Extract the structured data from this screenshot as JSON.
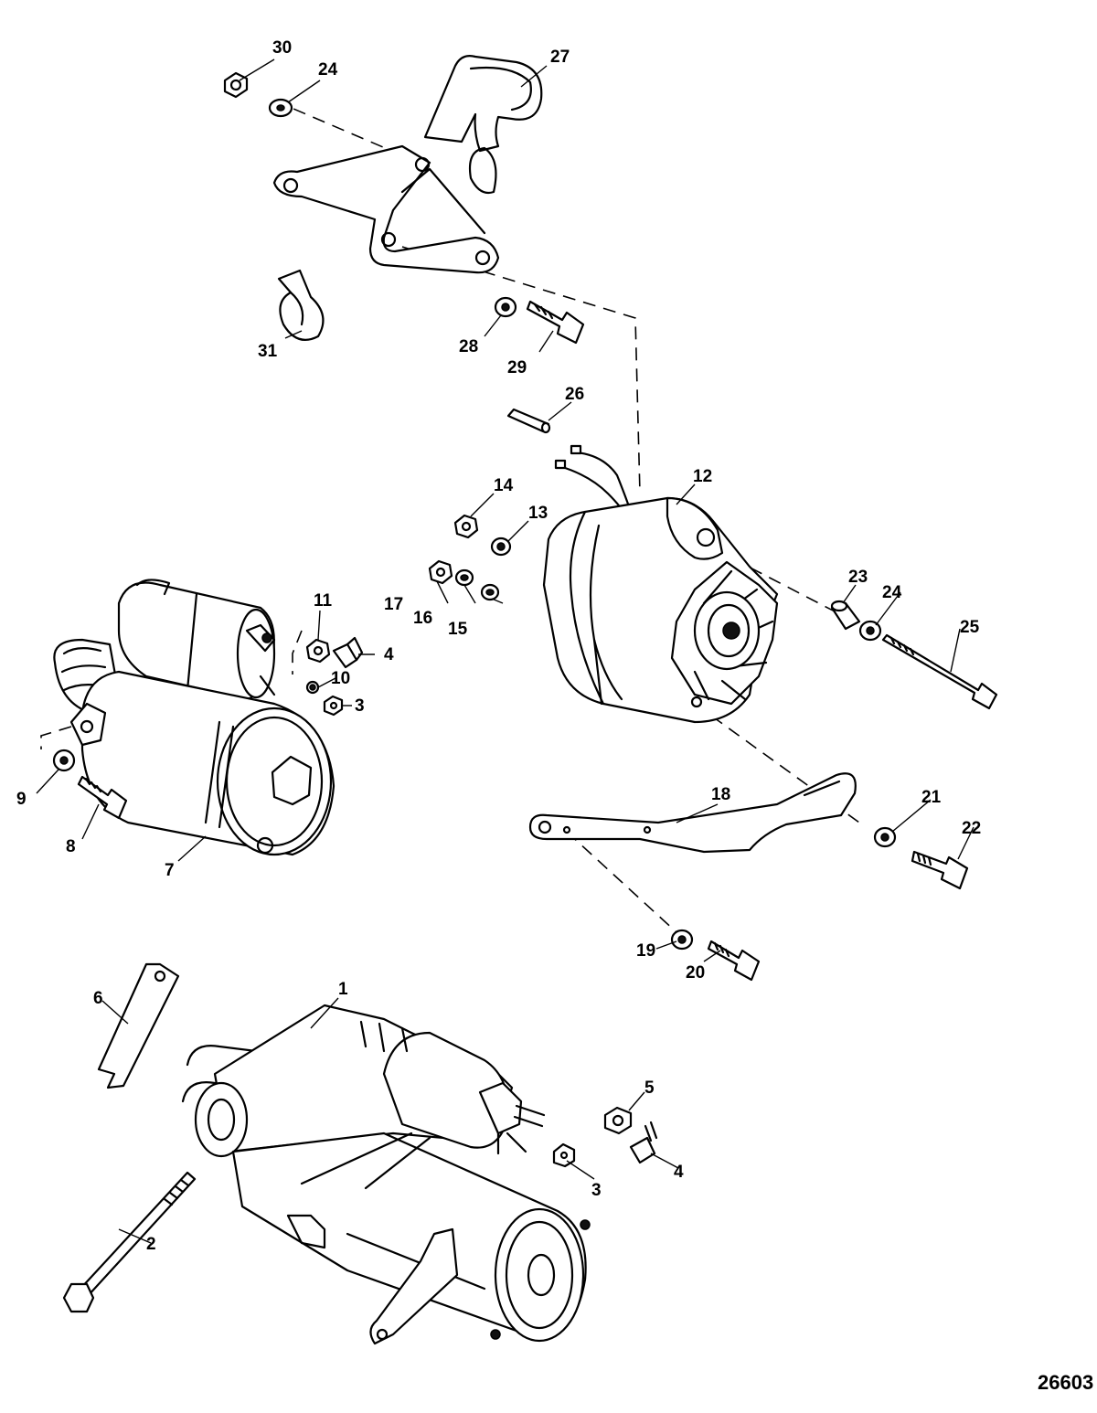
{
  "figure_id": "26603",
  "callouts": [
    "1",
    "2",
    "3",
    "4",
    "5",
    "6",
    "7",
    "8",
    "9",
    "10",
    "11",
    "12",
    "13",
    "14",
    "15",
    "16",
    "17",
    "18",
    "19",
    "20",
    "21",
    "22",
    "23",
    "24",
    "25",
    "26",
    "27",
    "28",
    "29",
    "30",
    "31"
  ]
}
